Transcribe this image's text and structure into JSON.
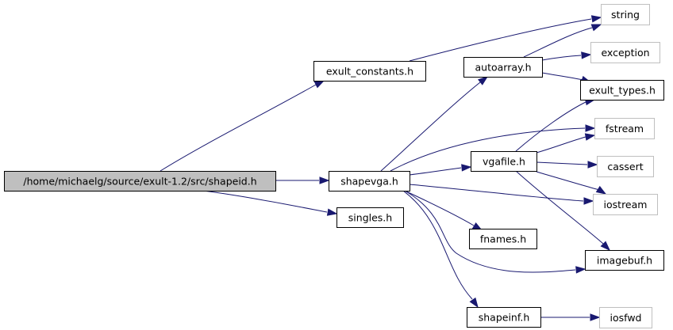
{
  "diagram": {
    "type": "include-dependency-graph",
    "root": "/home/michaelg/source/exult-1.2/src/shapeid.h",
    "colors": {
      "edge": "#191970",
      "root_fill": "#bfbfbf",
      "node_border": "#000000",
      "external_border": "#bfbfbf",
      "background": "#ffffff"
    },
    "nodes": [
      {
        "id": "shapeid",
        "label": "/home/michaelg/source/exult-1.2/src/shapeid.h",
        "kind": "root"
      },
      {
        "id": "exult_constants",
        "label": "exult_constants.h",
        "kind": "documented"
      },
      {
        "id": "shapevga",
        "label": "shapevga.h",
        "kind": "documented"
      },
      {
        "id": "singles",
        "label": "singles.h",
        "kind": "documented"
      },
      {
        "id": "autoarray",
        "label": "autoarray.h",
        "kind": "documented"
      },
      {
        "id": "vgafile",
        "label": "vgafile.h",
        "kind": "documented"
      },
      {
        "id": "fnames",
        "label": "fnames.h",
        "kind": "documented"
      },
      {
        "id": "shapeinf",
        "label": "shapeinf.h",
        "kind": "documented"
      },
      {
        "id": "string",
        "label": "string",
        "kind": "external"
      },
      {
        "id": "exception",
        "label": "exception",
        "kind": "external"
      },
      {
        "id": "exult_types",
        "label": "exult_types.h",
        "kind": "documented"
      },
      {
        "id": "fstream",
        "label": "fstream",
        "kind": "external"
      },
      {
        "id": "cassert",
        "label": "cassert",
        "kind": "external"
      },
      {
        "id": "iostream",
        "label": "iostream",
        "kind": "external"
      },
      {
        "id": "imagebuf",
        "label": "imagebuf.h",
        "kind": "documented"
      },
      {
        "id": "iosfwd",
        "label": "iosfwd",
        "kind": "external"
      }
    ],
    "edges": [
      {
        "from": "shapeid",
        "to": "exult_constants"
      },
      {
        "from": "shapeid",
        "to": "shapevga"
      },
      {
        "from": "shapeid",
        "to": "singles"
      },
      {
        "from": "exult_constants",
        "to": "string"
      },
      {
        "from": "shapevga",
        "to": "autoarray"
      },
      {
        "from": "shapevga",
        "to": "fstream"
      },
      {
        "from": "shapevga",
        "to": "vgafile"
      },
      {
        "from": "shapevga",
        "to": "iostream"
      },
      {
        "from": "shapevga",
        "to": "fnames"
      },
      {
        "from": "shapevga",
        "to": "imagebuf"
      },
      {
        "from": "shapevga",
        "to": "shapeinf"
      },
      {
        "from": "autoarray",
        "to": "string"
      },
      {
        "from": "autoarray",
        "to": "exception"
      },
      {
        "from": "autoarray",
        "to": "exult_types"
      },
      {
        "from": "vgafile",
        "to": "exult_types"
      },
      {
        "from": "vgafile",
        "to": "fstream"
      },
      {
        "from": "vgafile",
        "to": "cassert"
      },
      {
        "from": "vgafile",
        "to": "iostream"
      },
      {
        "from": "vgafile",
        "to": "imagebuf"
      },
      {
        "from": "shapeinf",
        "to": "iosfwd"
      }
    ]
  }
}
